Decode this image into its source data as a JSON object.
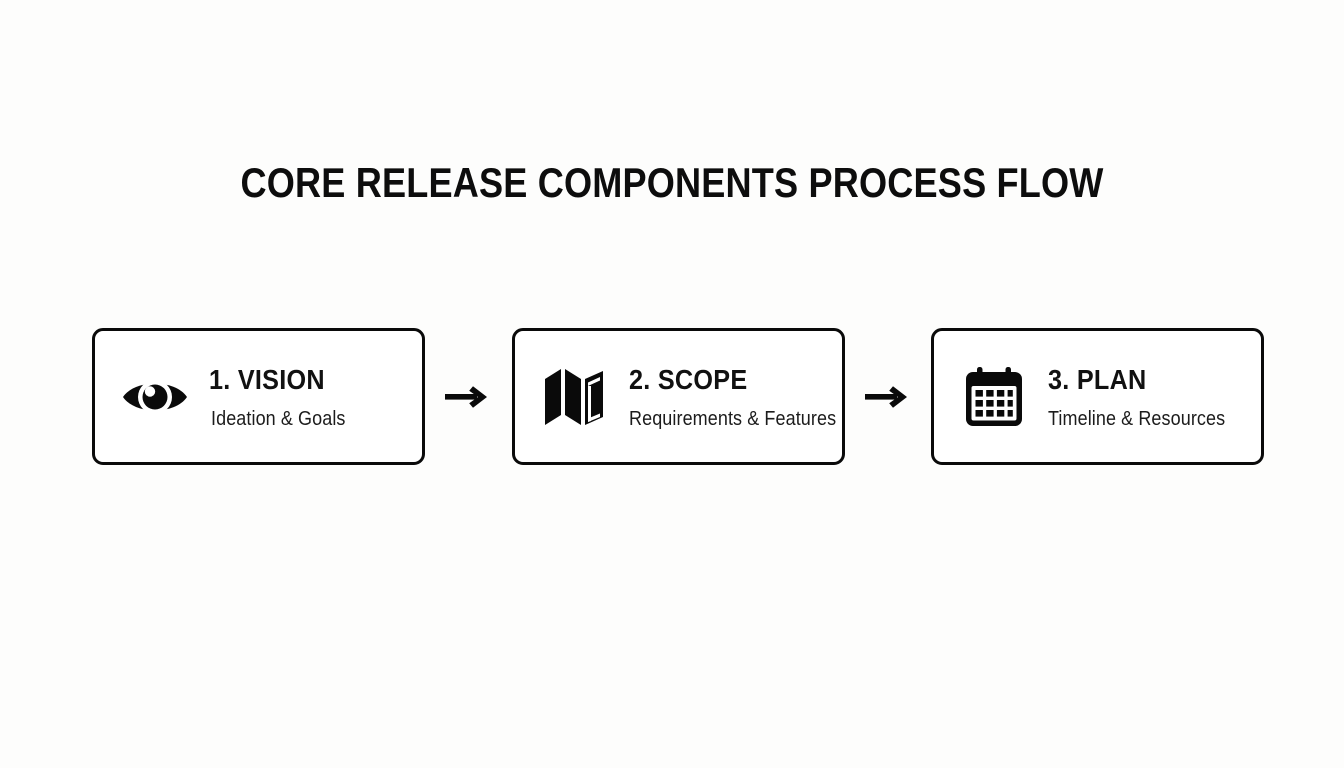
{
  "page": {
    "title": "CORE RELEASE COMPONENTS PROCESS FLOW",
    "background_color": "#fdfdfc",
    "ink_color": "#0a0a0a"
  },
  "flow": {
    "steps": [
      {
        "icon": "eye-icon",
        "heading": "1. VISION",
        "subtitle": "Ideation & Goals"
      },
      {
        "icon": "map-icon",
        "heading": "2. SCOPE",
        "subtitle": "Requirements & Features"
      },
      {
        "icon": "calendar-icon",
        "heading": "3. PLAN",
        "subtitle": "Timeline & Resources"
      }
    ],
    "connectors": [
      {
        "icon": "arrow-right-icon"
      },
      {
        "icon": "arrow-right-icon"
      }
    ]
  }
}
